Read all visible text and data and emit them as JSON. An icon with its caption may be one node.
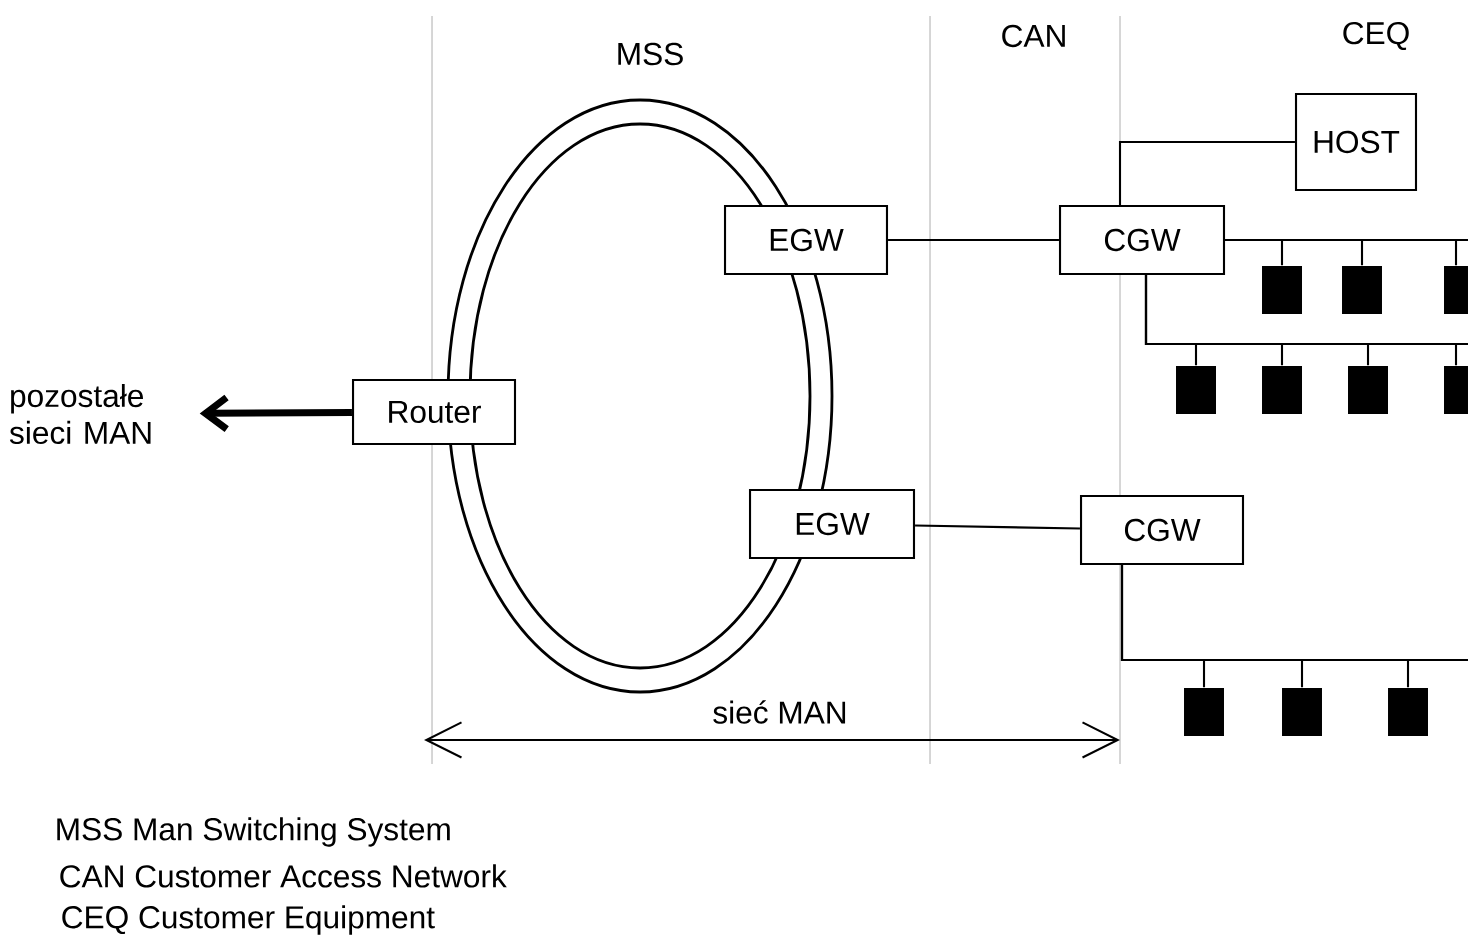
{
  "diagram": {
    "nodes": [
      {
        "text": [
          "pozostałe sieci MAN"
        ]
      },
      {
        "text": [
          "Router"
        ]
      },
      {
        "text": [
          "EGW"
        ]
      },
      {
        "text": [
          "CGW"
        ]
      },
      {
        "text": [
          "HOST"
        ]
      },
      {
        "text": [
          "EGW"
        ]
      },
      {
        "text": [
          "CGW"
        ]
      },
      {
        "text": [],
        "shape": "box"
      },
      {
        "text": [],
        "shape": "box"
      },
      {
        "text": [],
        "shape": "box"
      },
      {
        "text": [],
        "shape": "box"
      },
      {
        "text": [],
        "shape": "box"
      },
      {
        "text": [],
        "shape": "box"
      },
      {
        "text": [],
        "shape": "box"
      },
      {
        "text": [],
        "shape": "box"
      },
      {
        "text": [],
        "shape": "box"
      },
      {
        "text": [],
        "shape": "box"
      }
    ],
    "edges": [
      {
        "from": 1,
        "to": 0,
        "arrow": "to",
        "style": "thick"
      },
      {
        "from": 2,
        "to": 3,
        "arrow": "none"
      },
      {
        "from": 3,
        "to": 4,
        "arrow": "none"
      },
      {
        "from": 3,
        "to": 7,
        "arrow": "none"
      },
      {
        "from": 3,
        "to": 8,
        "arrow": "none"
      },
      {
        "from": 3,
        "to": 9,
        "arrow": "none"
      },
      {
        "from": 3,
        "to": 10,
        "arrow": "none"
      },
      {
        "from": 3,
        "to": 11,
        "arrow": "none"
      },
      {
        "from": 3,
        "to": 12,
        "arrow": "none"
      },
      {
        "from": 3,
        "to": 13,
        "arrow": "none"
      },
      {
        "from": 5,
        "to": 6,
        "arrow": "none"
      },
      {
        "from": 6,
        "to": 14,
        "arrow": "none"
      },
      {
        "from": 6,
        "to": 15,
        "arrow": "none"
      },
      {
        "from": 6,
        "to": 16,
        "arrow": "none"
      }
    ],
    "labels": [
      "MSS",
      "CAN",
      "CEQ",
      "sieć MAN",
      "MSS Man Switching System",
      "CAN Customer Access Network",
      "CEQ Customer Equipment"
    ]
  }
}
